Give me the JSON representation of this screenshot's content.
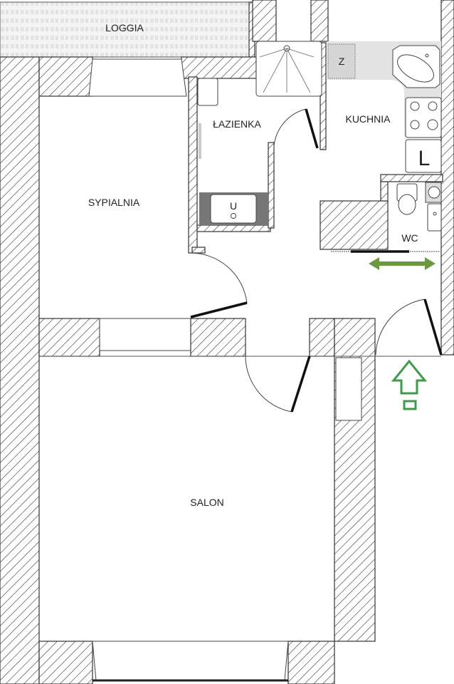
{
  "rooms": {
    "loggia": "LOGGIA",
    "bathroom": "ŁAZIENKA",
    "kitchen": "KUCHNIA",
    "bedroom": "SYPIALNIA",
    "wc": "WC",
    "living_room": "SALON"
  },
  "fixtures": {
    "fridge": "Z",
    "dishwasher": "L",
    "washer": "U"
  },
  "colors": {
    "wall_hatch": "#333333",
    "arrow": "#6a9a3f",
    "counter": "#e3e3e3"
  },
  "icons": [
    "double-arrow-icon",
    "entrance-arrow-icon"
  ]
}
